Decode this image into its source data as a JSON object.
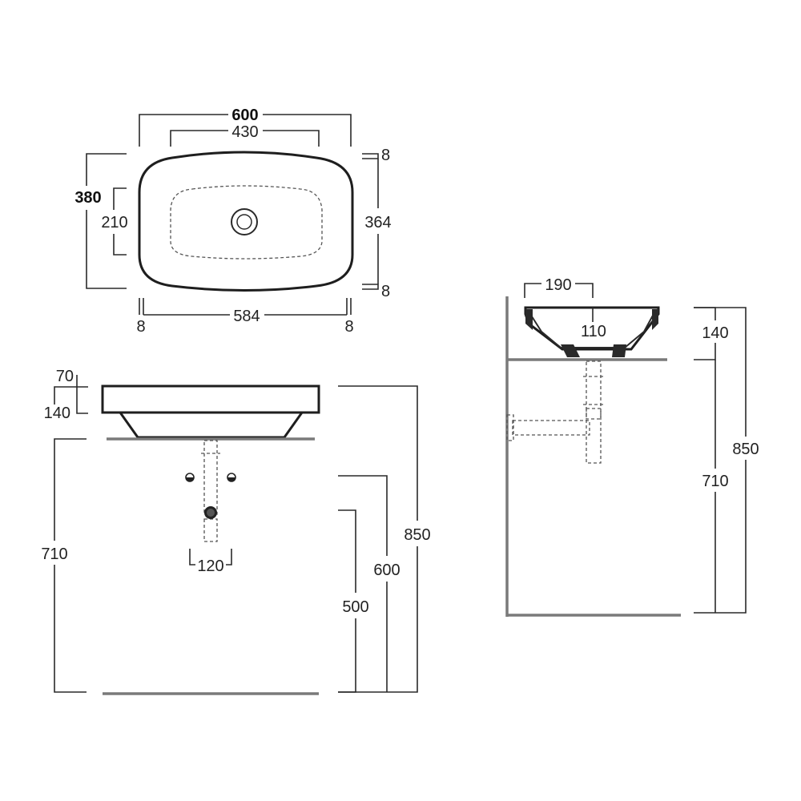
{
  "top_view": {
    "overall_width": "600",
    "inner_width": "430",
    "overall_depth": "380",
    "bowl_depth": "210",
    "inner_depth": "364",
    "rim_top": "8",
    "rim_bottom": "8",
    "bottom_width": "584",
    "rim_left": "8",
    "rim_right": "8"
  },
  "front_view": {
    "rim_height": "70",
    "basin_height": "140",
    "counter_height": "710",
    "waste_spacing": "120",
    "waste_height": "500",
    "tap_height": "600",
    "total_height": "850"
  },
  "side_view": {
    "top_width": "190",
    "inner_depth": "110",
    "basin_height": "140",
    "total_height": "850",
    "counter_height": "710"
  },
  "colors": {
    "line": "#2a2a2a",
    "floor": "#7a7a7a",
    "dashed": "#555555"
  }
}
